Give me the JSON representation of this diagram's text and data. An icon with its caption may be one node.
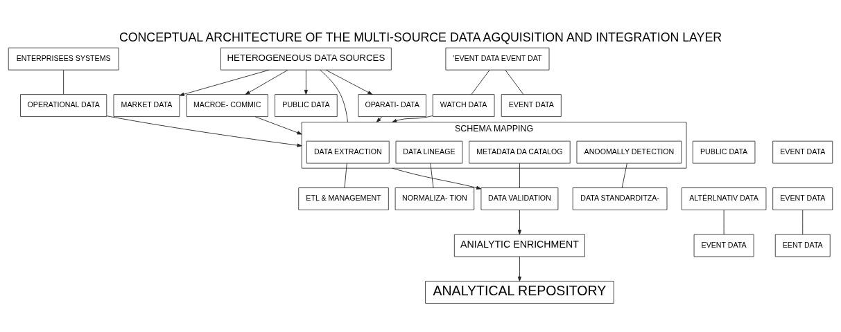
{
  "diagram": {
    "title": "CONCEPTUAL ARCHITECTURE OF THE MULTI-SOURCE DATA AGQUISITION AND INTEGRATION LAYER",
    "nodes": [
      {
        "text": [
          "ENTERPRISEES SYSTEMS"
        ]
      },
      {
        "text": [
          "HETEROGENEOUS DATA SOURCES"
        ]
      },
      {
        "text": [
          "'EVENT DATA EVENT DAT"
        ]
      },
      {
        "text": [
          "OPERATIONAL DATA"
        ]
      },
      {
        "text": [
          "OPARATI- DATA"
        ]
      },
      {
        "text": [
          "MARKET DATA"
        ]
      },
      {
        "text": [
          "MACROE- COMMIC"
        ]
      },
      {
        "text": [
          "PUBLIC DATA"
        ]
      },
      {
        "text": [
          "WATCH DATA"
        ]
      },
      {
        "text": [
          "EVENT DATA"
        ]
      },
      {
        "text": [
          "SCHEMA MAPPING"
        ]
      },
      {
        "text": [
          "PUBLIC DATA"
        ]
      },
      {
        "text": [
          "DATA EXTRACTION"
        ],
        "in": 10
      },
      {
        "text": [
          "DATA LINEAGE"
        ],
        "in": 10
      },
      {
        "text": [
          "METADATA DA CATALOG"
        ],
        "in": 10
      },
      {
        "text": [
          "ANOOMALLY DETECTION"
        ],
        "in": 10
      },
      {
        "text": [
          "EVENT DATA"
        ]
      },
      {
        "text": [
          "ALTÉRLNATIV DATA"
        ]
      },
      {
        "text": [
          "ETL & MANAGEMENT"
        ]
      },
      {
        "text": [
          "NORMALIZA- TION"
        ]
      },
      {
        "text": [
          "DATA VALIDATION"
        ]
      },
      {
        "text": [
          "DATA STANDARDITZA-"
        ]
      },
      {
        "text": [
          "EVENT DATA"
        ]
      },
      {
        "text": [
          "EVENT DATA"
        ]
      },
      {
        "text": [
          "ANIALYTIC ENRICHMENT"
        ]
      },
      {
        "text": [
          "EENT DATA"
        ]
      },
      {
        "text": [
          "ANALYTICAL REPOSITORY"
        ]
      }
    ],
    "edges": [
      {
        "from": 0,
        "to": 3,
        "arrow": "none"
      },
      {
        "from": 1,
        "to": 4,
        "arrow": "to"
      },
      {
        "from": 1,
        "to": 5,
        "arrow": "to"
      },
      {
        "from": 1,
        "to": 6,
        "arrow": "to"
      },
      {
        "from": 1,
        "to": 7,
        "arrow": "to"
      },
      {
        "from": 1,
        "to": 10,
        "arrow": "none"
      },
      {
        "from": 2,
        "to": 8,
        "arrow": "none"
      },
      {
        "from": 2,
        "to": 9,
        "arrow": "none"
      },
      {
        "from": 3,
        "to": 10,
        "arrow": "to"
      },
      {
        "from": 4,
        "to": 10,
        "arrow": "to"
      },
      {
        "from": 6,
        "to": 10,
        "arrow": "to"
      },
      {
        "from": 8,
        "to": 10,
        "arrow": "to"
      },
      {
        "from": 12,
        "to": 18,
        "arrow": "none"
      },
      {
        "from": 13,
        "to": 19,
        "arrow": "none"
      },
      {
        "from": 10,
        "to": 20,
        "arrow": "to"
      },
      {
        "from": 14,
        "to": 20,
        "arrow": "none"
      },
      {
        "from": 15,
        "to": 21,
        "arrow": "none"
      },
      {
        "from": 20,
        "to": 24,
        "arrow": "to"
      },
      {
        "from": 24,
        "to": 26,
        "arrow": "to"
      },
      {
        "from": 17,
        "to": 23,
        "arrow": "none"
      },
      {
        "from": 22,
        "to": 25,
        "arrow": "none"
      }
    ]
  }
}
